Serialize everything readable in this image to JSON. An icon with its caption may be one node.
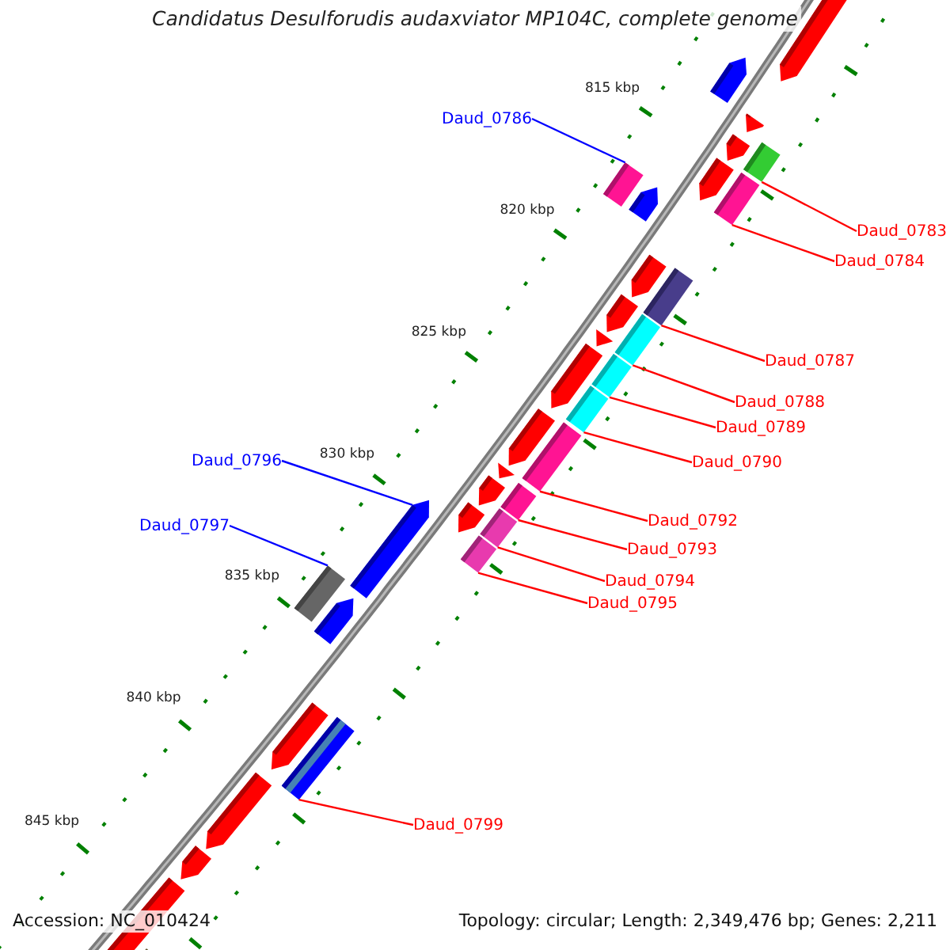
{
  "diagram": {
    "title": "Candidatus Desulforudis audaxviator MP104C, complete genome",
    "nodes": [
      {
        "text": [
          "Daud_0786"
        ]
      },
      {
        "text": [
          "Daud_0783"
        ]
      },
      {
        "text": [
          "Daud_0784"
        ]
      },
      {
        "text": [
          "Daud_0787"
        ]
      },
      {
        "text": [
          "Daud_0788"
        ]
      },
      {
        "text": [
          "Daud_0789"
        ]
      },
      {
        "text": [
          "Daud_0790"
        ]
      },
      {
        "text": [
          "Daud_0796"
        ]
      },
      {
        "text": [
          "Daud_0792"
        ]
      },
      {
        "text": [
          "Daud_0797"
        ]
      },
      {
        "text": [
          "Daud_0793"
        ]
      },
      {
        "text": [
          "Daud_0794"
        ]
      },
      {
        "text": [
          "Daud_0795"
        ]
      },
      {
        "text": [
          "Daud_0799"
        ]
      },
      {
        "text": [],
        "shape": "box"
      },
      {
        "text": [],
        "shape": "box"
      },
      {
        "text": [],
        "shape": "box"
      },
      {
        "text": [],
        "shape": "box"
      },
      {
        "text": [],
        "shape": "box"
      },
      {
        "text": [],
        "shape": "box"
      },
      {
        "text": [],
        "shape": "box"
      },
      {
        "text": [],
        "shape": "box"
      },
      {
        "text": [],
        "shape": "box"
      },
      {
        "text": [],
        "shape": "pentagon"
      },
      {
        "text": [],
        "shape": "box"
      },
      {
        "text": [],
        "shape": "box"
      },
      {
        "text": [],
        "shape": "box"
      },
      {
        "text": [],
        "shape": "box"
      }
    ],
    "edges": [
      {
        "from": 0,
        "to": 15,
        "arrow": "none",
        "color": "#0000ff"
      },
      {
        "from": 1,
        "to": 14,
        "arrow": "none"
      },
      {
        "from": 2,
        "to": 16,
        "arrow": "none"
      },
      {
        "from": 3,
        "to": 17,
        "arrow": "none"
      },
      {
        "from": 4,
        "to": 18,
        "arrow": "none"
      },
      {
        "from": 5,
        "to": 19,
        "arrow": "none"
      },
      {
        "from": 6,
        "to": 20,
        "arrow": "none"
      },
      {
        "from": 7,
        "to": 23,
        "arrow": "none",
        "color": "#0000ff"
      },
      {
        "from": 8,
        "to": 21,
        "arrow": "none"
      },
      {
        "from": 9,
        "to": 26,
        "arrow": "none",
        "color": "#0000ff"
      },
      {
        "from": 10,
        "to": 22,
        "arrow": "none"
      },
      {
        "from": 11,
        "to": 24,
        "arrow": "none"
      },
      {
        "from": 12,
        "to": 25,
        "arrow": "none"
      },
      {
        "from": 13,
        "to": 27,
        "arrow": "none"
      }
    ],
    "labels": [
      "815 kbp",
      "820 kbp",
      "825 kbp",
      "830 kbp",
      "835 kbp",
      "840 kbp",
      "845 kbp",
      "Accession: NC_010424",
      "Topology: circular; Length: 2,349,476 bp; Genes: 2,211"
    ]
  }
}
